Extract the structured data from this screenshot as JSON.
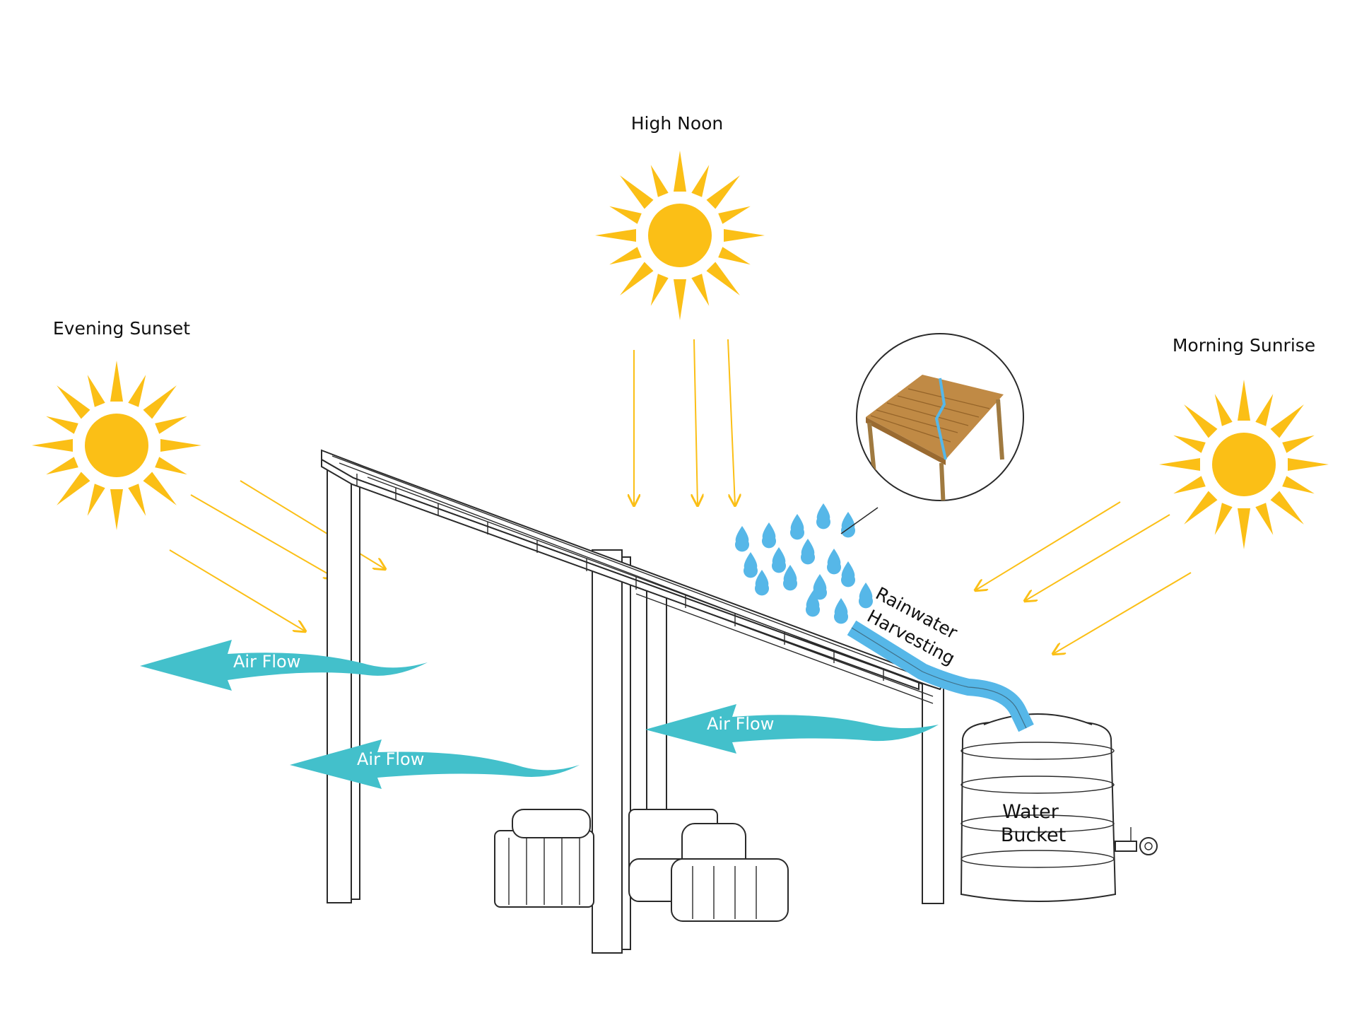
{
  "labels": {
    "high_noon": "High Noon",
    "evening_sunset": "Evening Sunset",
    "morning_sunrise": "Morning Sunrise",
    "air_flow_1": "Air Flow",
    "air_flow_2": "Air Flow",
    "air_flow_3": "Air Flow",
    "rainwater_line1": "Rainwater",
    "rainwater_line2": "Harvesting",
    "tank_line1": "Water",
    "tank_line2": "Bucket"
  },
  "colors": {
    "sun": "#FBBF16",
    "air_flow": "#43C0CB",
    "rain": "#56B7E8",
    "roof_detail": "#C08A45"
  },
  "icons": {
    "sun": "sun-icon",
    "rain": "raindrop-icon",
    "air_flow": "air-flow-arrow"
  }
}
